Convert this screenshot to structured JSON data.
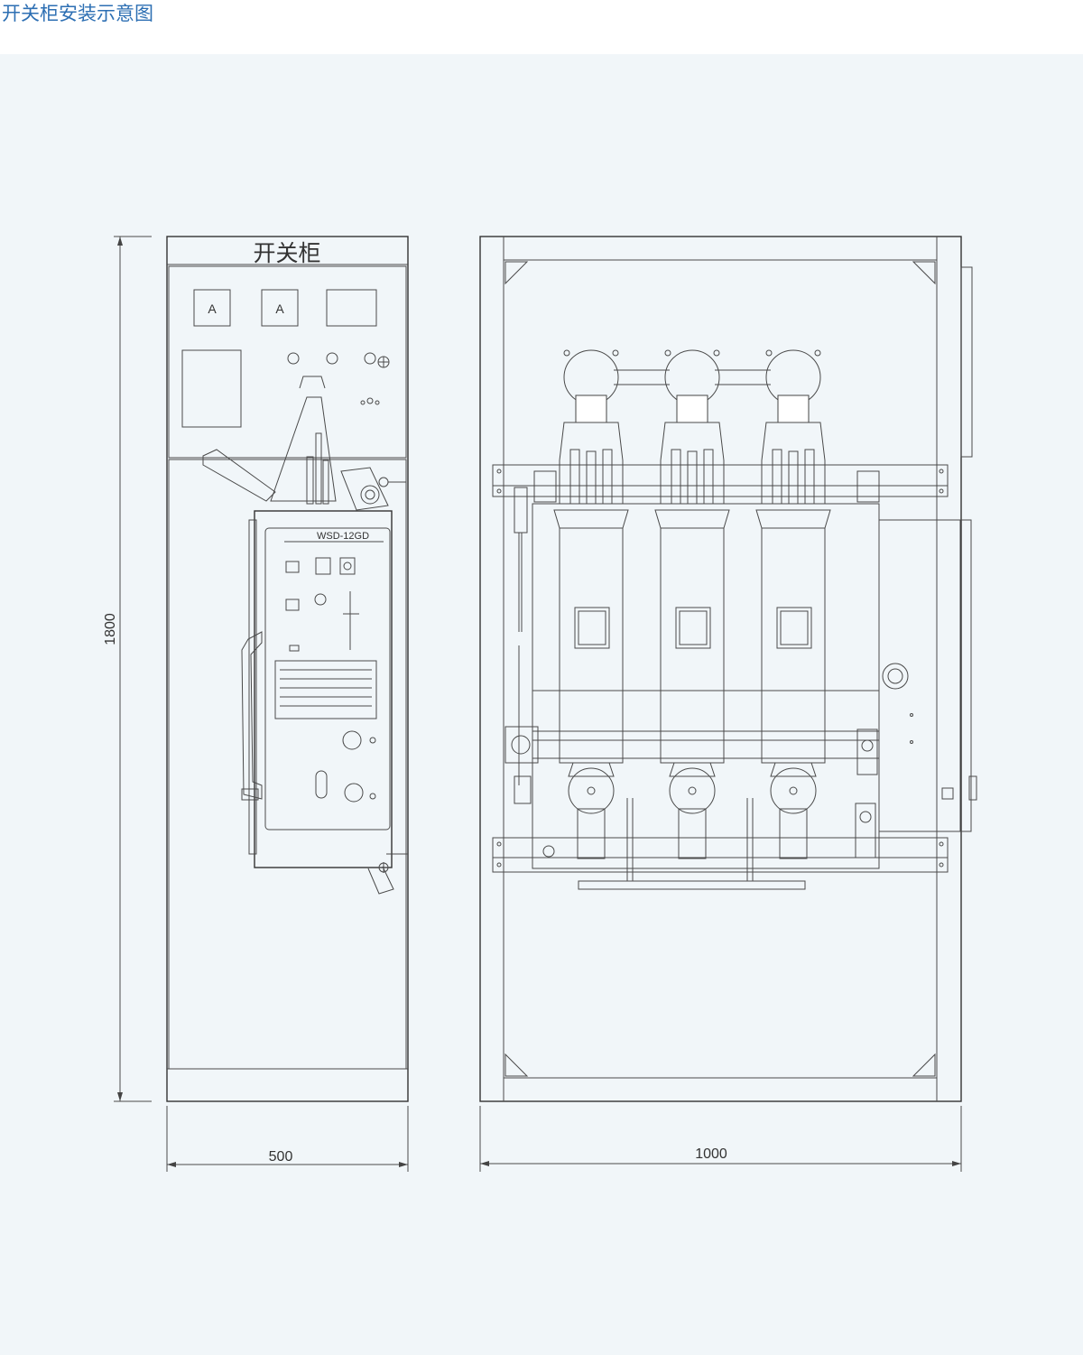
{
  "header": {
    "title": "开关柜安装示意图"
  },
  "diagram": {
    "front_view": {
      "name_plate": "开关柜",
      "meter1": "A",
      "meter2": "A",
      "breaker_model": "WSD-12GD"
    },
    "dimensions": {
      "height": "1800",
      "front_width": "500",
      "side_width": "1000"
    }
  },
  "colors": {
    "title": "#2d6fb3",
    "background": "#f1f6f9",
    "line": "#4a4a4a"
  }
}
